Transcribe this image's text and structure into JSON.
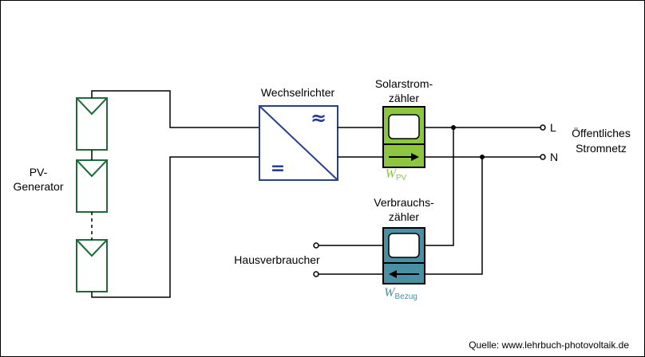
{
  "labels": {
    "pv_generator_1": "PV-",
    "pv_generator_2": "Generator",
    "inverter": "Wechselrichter",
    "inverter_ac_symbol": "≈",
    "inverter_dc_symbol": "=",
    "solar_meter_1": "Solarstrom-",
    "solar_meter_2": "zähler",
    "consumption_meter_1": "Verbrauchs-",
    "consumption_meter_2": "zähler",
    "household": "Hausverbraucher",
    "line_L": "L",
    "line_N": "N",
    "grid_1": "Öffentliches",
    "grid_2": "Stromnetz",
    "w_pv_main": "W",
    "w_pv_sub": "PV",
    "w_bezug_main": "W",
    "w_bezug_sub": "Bezug",
    "source": "Quelle: www.lehrbuch-photovoltaik.de"
  },
  "colors": {
    "pv_module": "#1e6b3a",
    "inverter": "#2a3e8f",
    "solar_meter": "#8dc63f",
    "consumption_meter": "#4a90a4",
    "wire": "#000000"
  }
}
